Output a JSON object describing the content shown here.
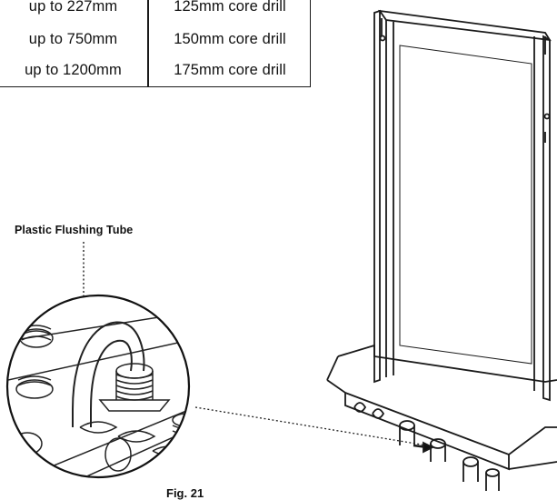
{
  "drill_table": {
    "rows": [
      {
        "length": "up to 227mm",
        "drill": "125mm core drill"
      },
      {
        "length": "up to 750mm",
        "drill": "150mm core drill"
      },
      {
        "length": "up to 1200mm",
        "drill": "175mm core drill"
      }
    ]
  },
  "callout": "Plastic Flushing Tube",
  "caption": "Fig. 21",
  "icons": [
    "flushing-tube-detail-icon",
    "boiler-backplate-frame-icon"
  ]
}
